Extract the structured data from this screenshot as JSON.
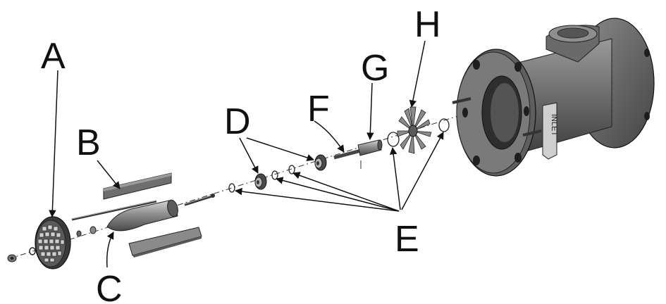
{
  "labels": {
    "a": "A",
    "b": "B",
    "c": "C",
    "d": "D",
    "e": "E",
    "f": "F",
    "g": "G",
    "h": "H"
  },
  "body_marking": "INLET",
  "colors": {
    "metal_dark": "#4a4a4a",
    "metal_mid": "#7a7a7a",
    "metal_light": "#b5b5b5",
    "line": "#111111"
  }
}
